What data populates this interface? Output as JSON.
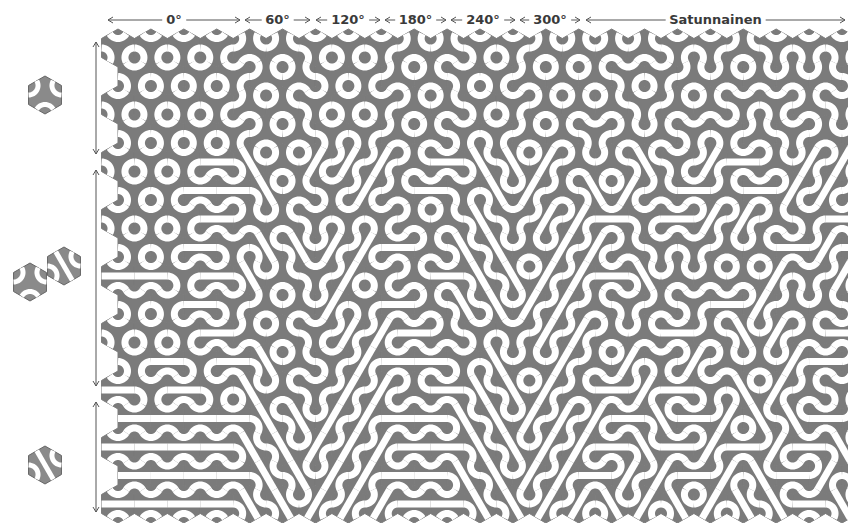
{
  "diagram": {
    "labels": [
      "0°",
      "60°",
      "120°",
      "180°",
      "240°",
      "300°",
      "Satunnainen"
    ]
  }
}
